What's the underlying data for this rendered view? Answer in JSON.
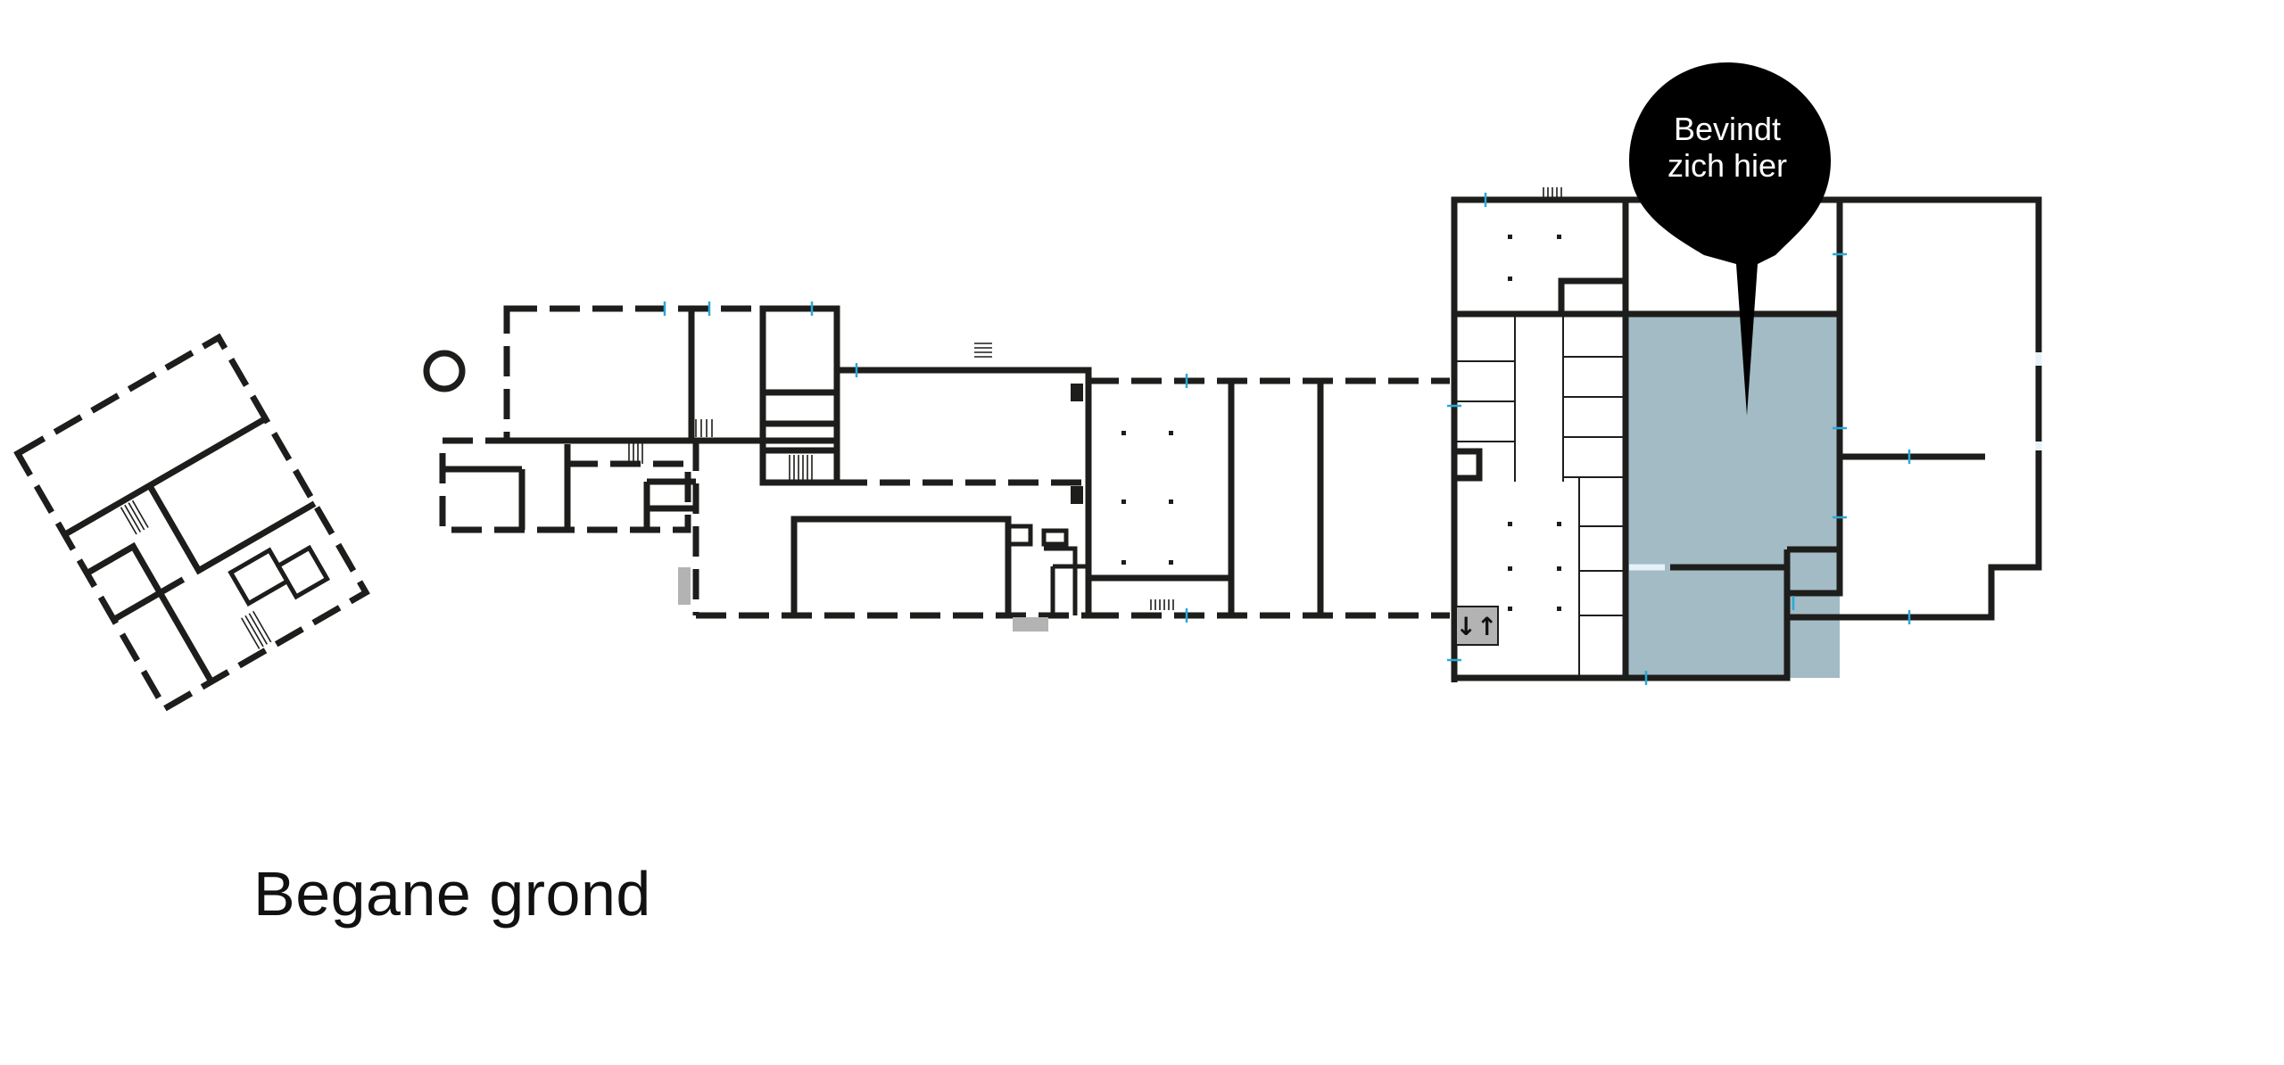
{
  "floor": {
    "title": "Begane grond"
  },
  "location_marker": {
    "line1": "Bevindt",
    "line2": "zich hier",
    "icon": "map-pin-icon"
  },
  "elevator": {
    "icon": "elevator-arrows-icon",
    "symbol": "↓↑"
  },
  "colors": {
    "wall": "#1d1d1b",
    "highlighted_room": "#a3bbc4",
    "marker": "#000000",
    "door": "#29a9d6",
    "window": "#e6f2f9",
    "stair_landing": "#b3b3b3"
  }
}
